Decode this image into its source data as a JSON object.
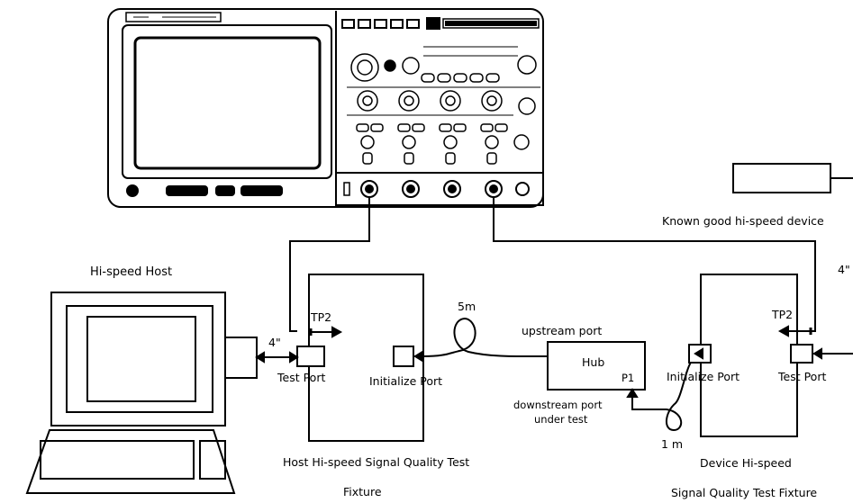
{
  "labels": {
    "hi_speed_host": "Hi-speed Host",
    "known_good_device": "Known good hi-speed device",
    "tp2_left": "TP2",
    "tp2_right": "TP2",
    "test_port_left": "Test Port",
    "test_port_right": "Test Port",
    "initialize_port_left": "Initialize Port",
    "initialize_port_right": "Initialize Port",
    "cable_4in_left": "4\"",
    "cable_4in_right": "4\"",
    "cable_5m": "5m",
    "cable_1m": "1 m",
    "upstream_port": "upstream port",
    "hub": "Hub",
    "p1": "P1",
    "downstream_port_line1": "downstream port",
    "downstream_port_line2": "under test",
    "host_fixture_line1": "Host  Hi-speed Signal Quality Test",
    "host_fixture_line2": "Fixture",
    "device_fixture_line1": "Device Hi-speed",
    "device_fixture_line2": "Signal Quality Test Fixture"
  }
}
